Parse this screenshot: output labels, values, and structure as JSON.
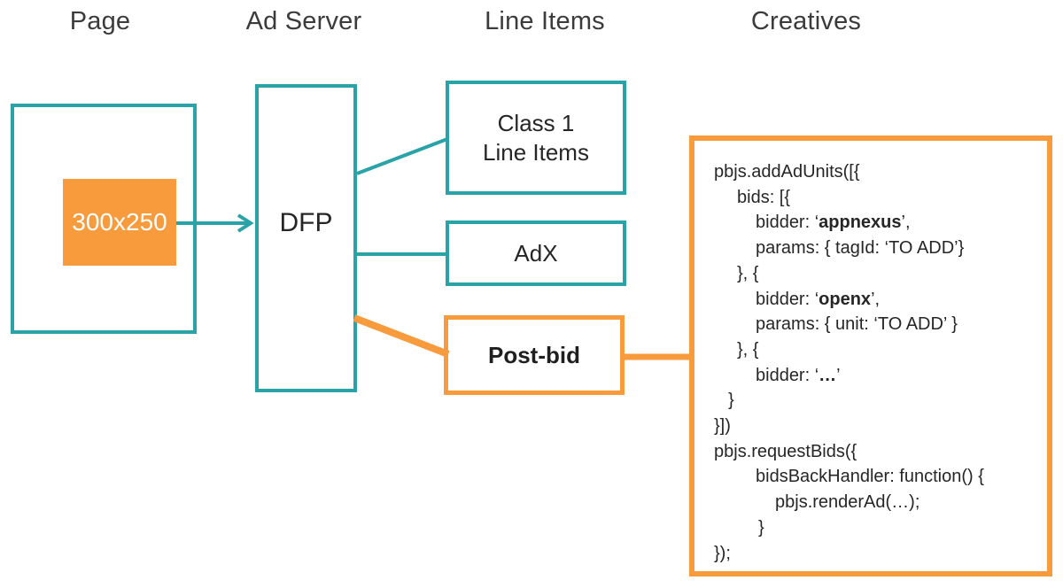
{
  "headers": [
    {
      "label": "Page"
    },
    {
      "label": "Ad Server"
    },
    {
      "label": "Line Items"
    },
    {
      "label": "Creatives"
    }
  ],
  "page": {
    "ad_slot_label": "300x250"
  },
  "ad_server": {
    "dfp_label": "DFP"
  },
  "line_items": {
    "class1_line1": "Class 1",
    "class1_line2": "Line Items",
    "adx_label": "AdX",
    "postbid_label": "Post-bid"
  },
  "creatives": {
    "code_lines": [
      {
        "ind": 0,
        "segments": [
          {
            "t": "pbjs.addAdUnits([{"
          }
        ]
      },
      {
        "ind": 26,
        "segments": [
          {
            "t": "bids: [{"
          }
        ]
      },
      {
        "ind": 47,
        "segments": [
          {
            "t": "bidder: ‘"
          },
          {
            "t": "appnexus",
            "b": true
          },
          {
            "t": "’,"
          }
        ]
      },
      {
        "ind": 47,
        "segments": [
          {
            "t": "params: { tagId: ‘TO ADD’}"
          }
        ]
      },
      {
        "ind": 26,
        "segments": [
          {
            "t": "}, {"
          }
        ]
      },
      {
        "ind": 47,
        "segments": [
          {
            "t": "bidder: ‘"
          },
          {
            "t": "openx",
            "b": true
          },
          {
            "t": "’,"
          }
        ]
      },
      {
        "ind": 47,
        "segments": [
          {
            "t": "params: { unit: ‘TO ADD’ }"
          }
        ]
      },
      {
        "ind": 26,
        "segments": [
          {
            "t": "}, {"
          }
        ]
      },
      {
        "ind": 47,
        "segments": [
          {
            "t": "bidder: ‘"
          },
          {
            "t": "…",
            "b": true
          },
          {
            "t": "’"
          }
        ]
      },
      {
        "ind": 16,
        "segments": [
          {
            "t": "}"
          }
        ]
      },
      {
        "ind": 0,
        "segments": [
          {
            "t": "}])"
          }
        ]
      },
      {
        "ind": 0,
        "segments": [
          {
            "t": "pbjs.requestBids({"
          }
        ]
      },
      {
        "ind": 47,
        "segments": [
          {
            "t": "bidsBackHandler: function() {"
          }
        ]
      },
      {
        "ind": 69,
        "segments": [
          {
            "t": "pbjs.renderAd(…);"
          }
        ]
      },
      {
        "ind": 50,
        "segments": [
          {
            "t": "}"
          }
        ]
      },
      {
        "ind": 0,
        "segments": [
          {
            "t": "});"
          }
        ]
      }
    ]
  },
  "colors": {
    "teal": "#2AA3A8",
    "orange": "#F79B3D",
    "heading_text": "#3B3B3B",
    "code_text": "#262626",
    "ad_slot_text": "#FFFFFF"
  }
}
